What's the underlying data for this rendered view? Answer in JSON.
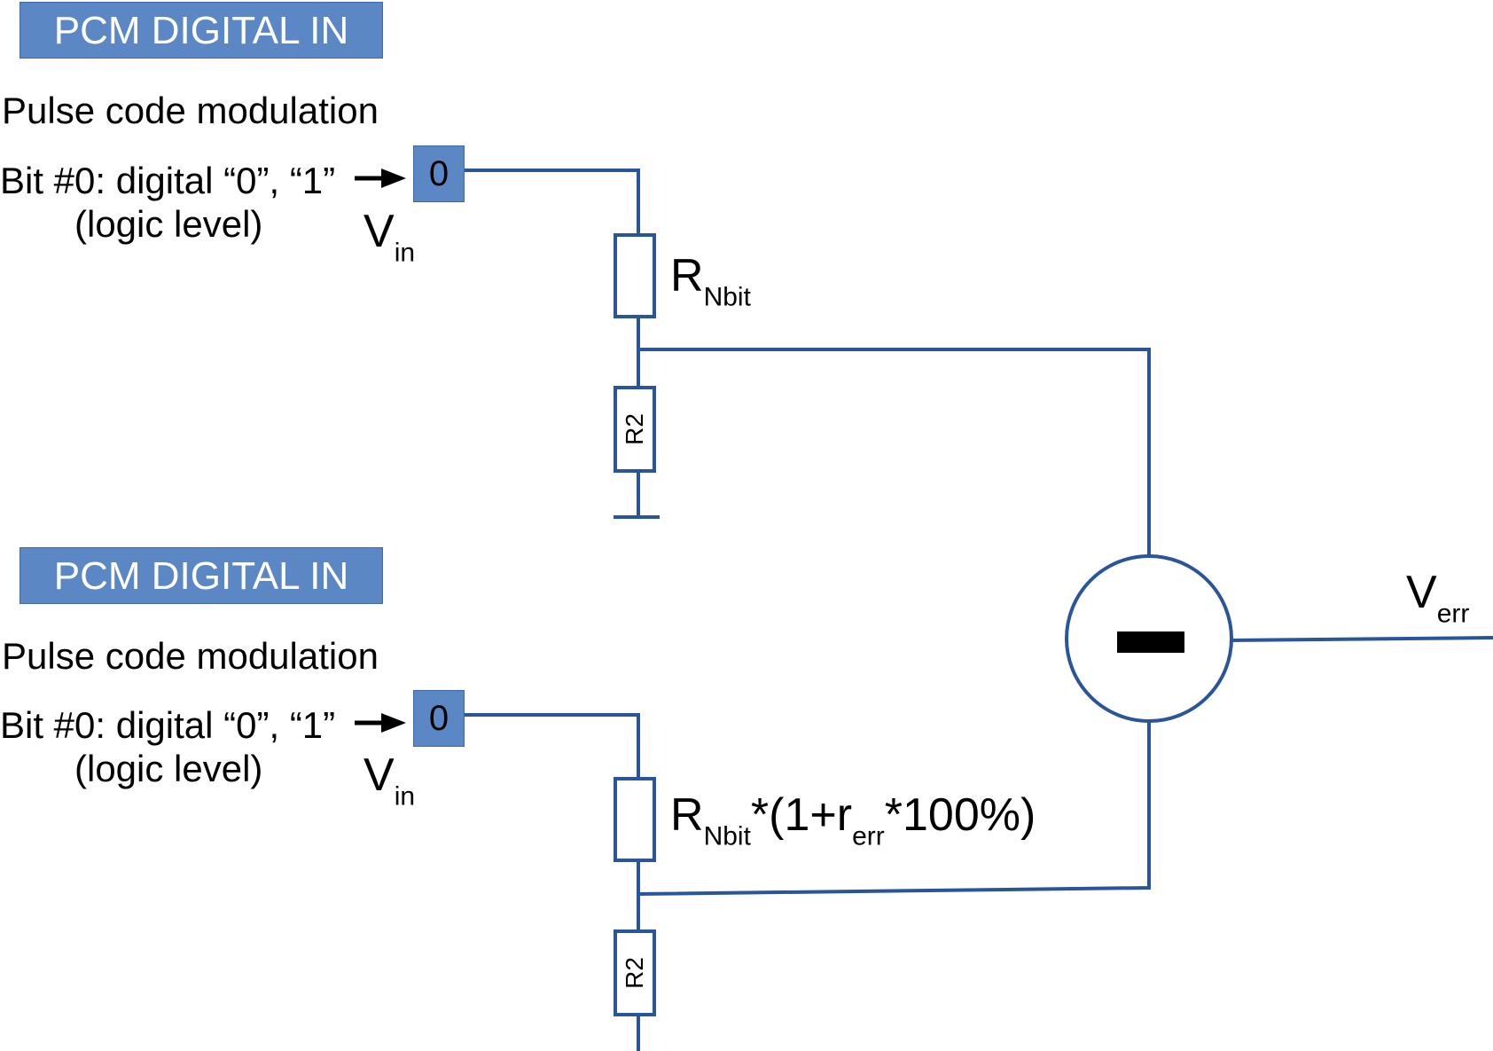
{
  "colors": {
    "wire": "#2a5598",
    "box_fill": "#5b87c5",
    "text": "#000000",
    "header_text": "#ffffff"
  },
  "channels": [
    {
      "header": "PCM DIGITAL IN",
      "subtitle": "Pulse code modulation",
      "bit_label": "Bit #0: digital “0”, “1”",
      "logic_label": "(logic level)",
      "bit_value": "0",
      "vin_main": "V",
      "vin_sub": "in",
      "resistor_main": "R",
      "resistor_sub": "Nbit",
      "resistor_suffix_a": "",
      "resistor_suffix_sub": "",
      "resistor_suffix_b": "",
      "r2_label": "R2"
    },
    {
      "header": "PCM DIGITAL IN",
      "subtitle": "Pulse code modulation",
      "bit_label": "Bit #0: digital “0”, “1”",
      "logic_label": "(logic level)",
      "bit_value": "0",
      "vin_main": "V",
      "vin_sub": "in",
      "resistor_main": "R",
      "resistor_sub": "Nbit",
      "resistor_suffix_a": "*(1+r",
      "resistor_suffix_sub": "err",
      "resistor_suffix_b": "*100%)",
      "r2_label": "R2"
    }
  ],
  "output": {
    "main": "V",
    "sub": "err"
  },
  "icons": {
    "subtractor": "minus-icon",
    "arrow": "arrow-right-icon",
    "ground": "ground-icon"
  }
}
